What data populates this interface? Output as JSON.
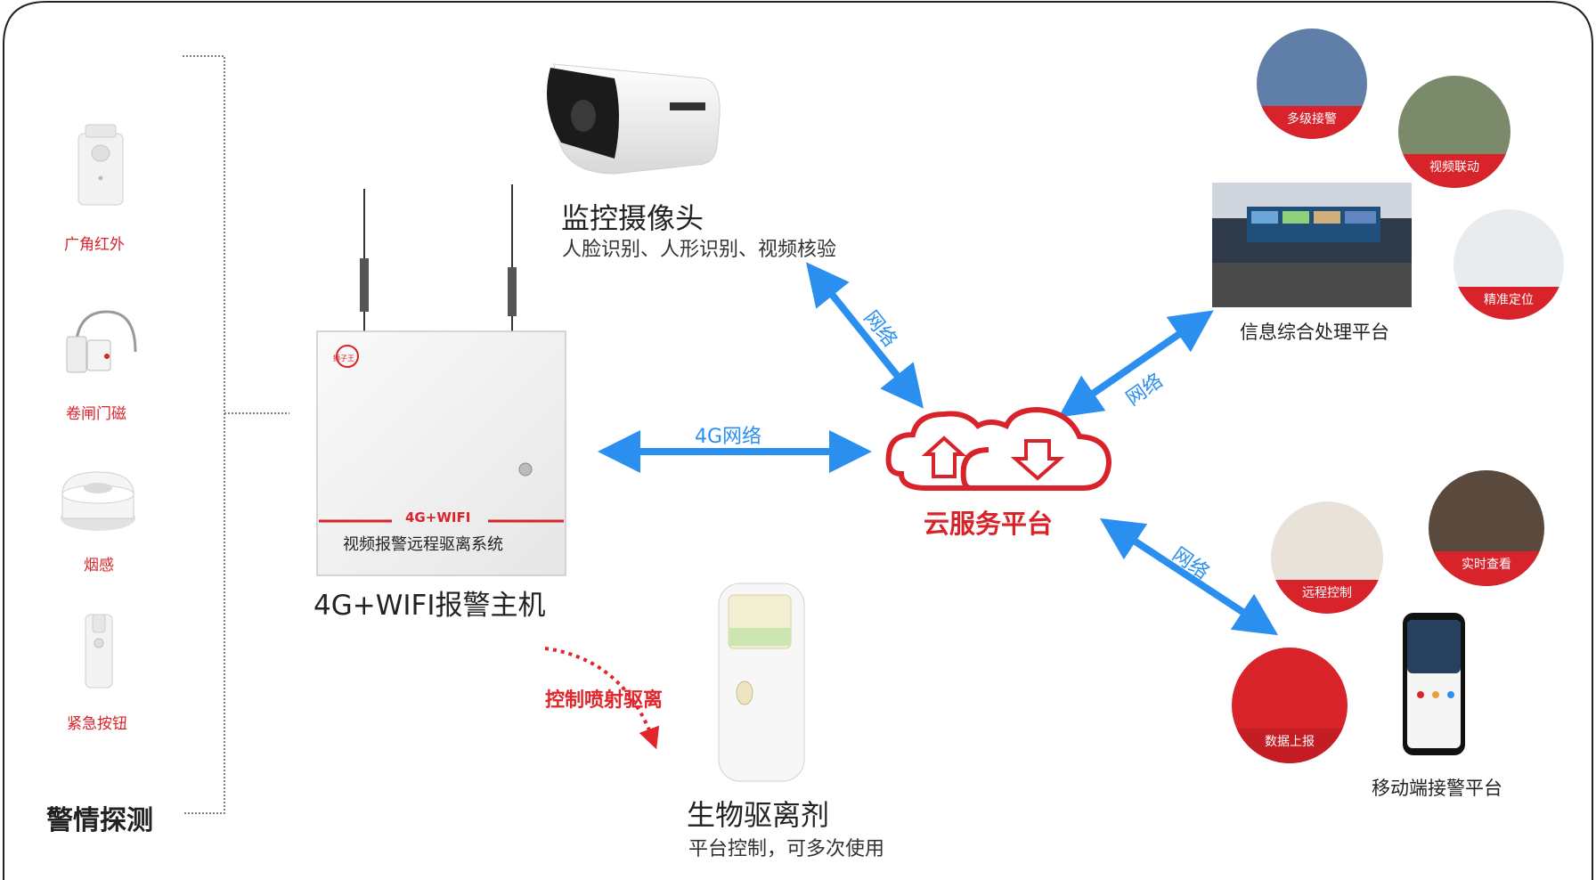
{
  "detection": {
    "title": "警情探测",
    "items": [
      "广角红外",
      "卷闸门磁",
      "烟感",
      "紧急按钮"
    ]
  },
  "camera": {
    "title": "监控摄像头",
    "subtitle": "人脸识别、人形识别、视频核验"
  },
  "host": {
    "title": "4G+WIFI报警主机",
    "panel_badge": "4G+WIFI",
    "panel_text": "视频报警远程驱离系统",
    "brand_small": "狮子王"
  },
  "cloud": {
    "title": "云服务平台"
  },
  "links": {
    "host_cloud": "4G网络",
    "camera_cloud": "网络",
    "cloud_info": "网络",
    "cloud_mobile": "网络",
    "control": "控制喷射驱离"
  },
  "repellent": {
    "title": "生物驱离剂",
    "subtitle": "平台控制，可多次使用"
  },
  "info_platform": {
    "title": "信息综合处理平台",
    "circles": [
      "多级接警",
      "视频联动",
      "精准定位"
    ]
  },
  "mobile_platform": {
    "title": "移动端接警平台",
    "circles": [
      "远程控制",
      "实时查看",
      "数据上报"
    ]
  },
  "colors": {
    "accent": "#d9232a",
    "link_blue": "#2b8ff0"
  }
}
